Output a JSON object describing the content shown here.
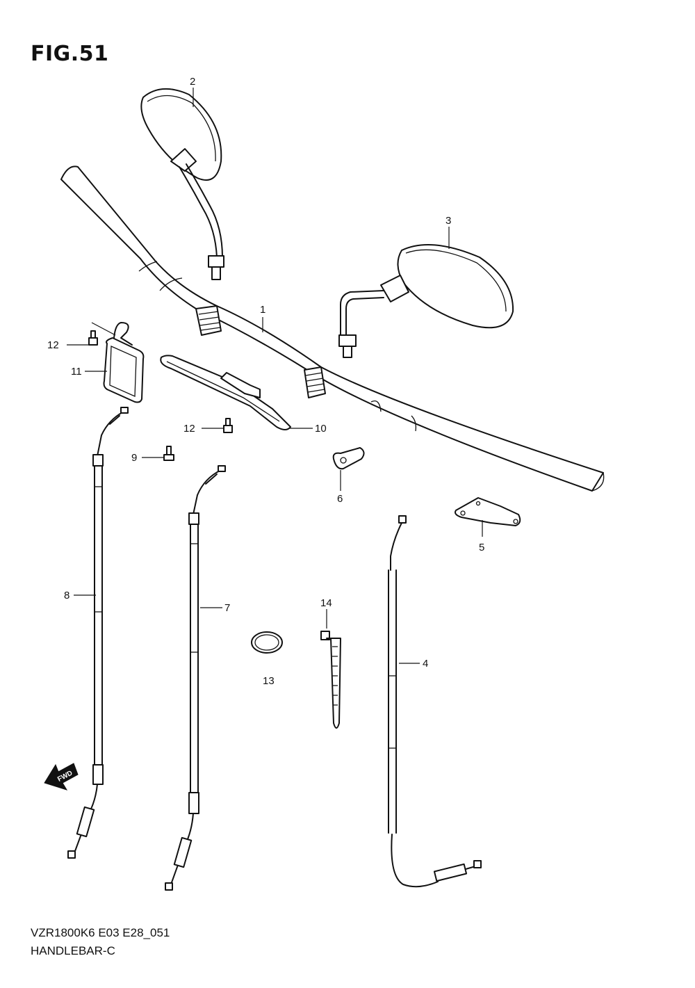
{
  "figure": {
    "title": "FIG.51"
  },
  "footer": {
    "model_code": "VZR1800K6 E03 E28_051",
    "diagram_name": "HANDLEBAR-C"
  },
  "callouts": {
    "c1": "1",
    "c2": "2",
    "c3": "3",
    "c4": "4",
    "c5": "5",
    "c6": "6",
    "c7": "7",
    "c8": "8",
    "c9": "9",
    "c10": "10",
    "c11": "11",
    "c12a": "12",
    "c12b": "12",
    "c13": "13",
    "c14": "14"
  },
  "fwd_arrow": {
    "label": "FWD"
  }
}
